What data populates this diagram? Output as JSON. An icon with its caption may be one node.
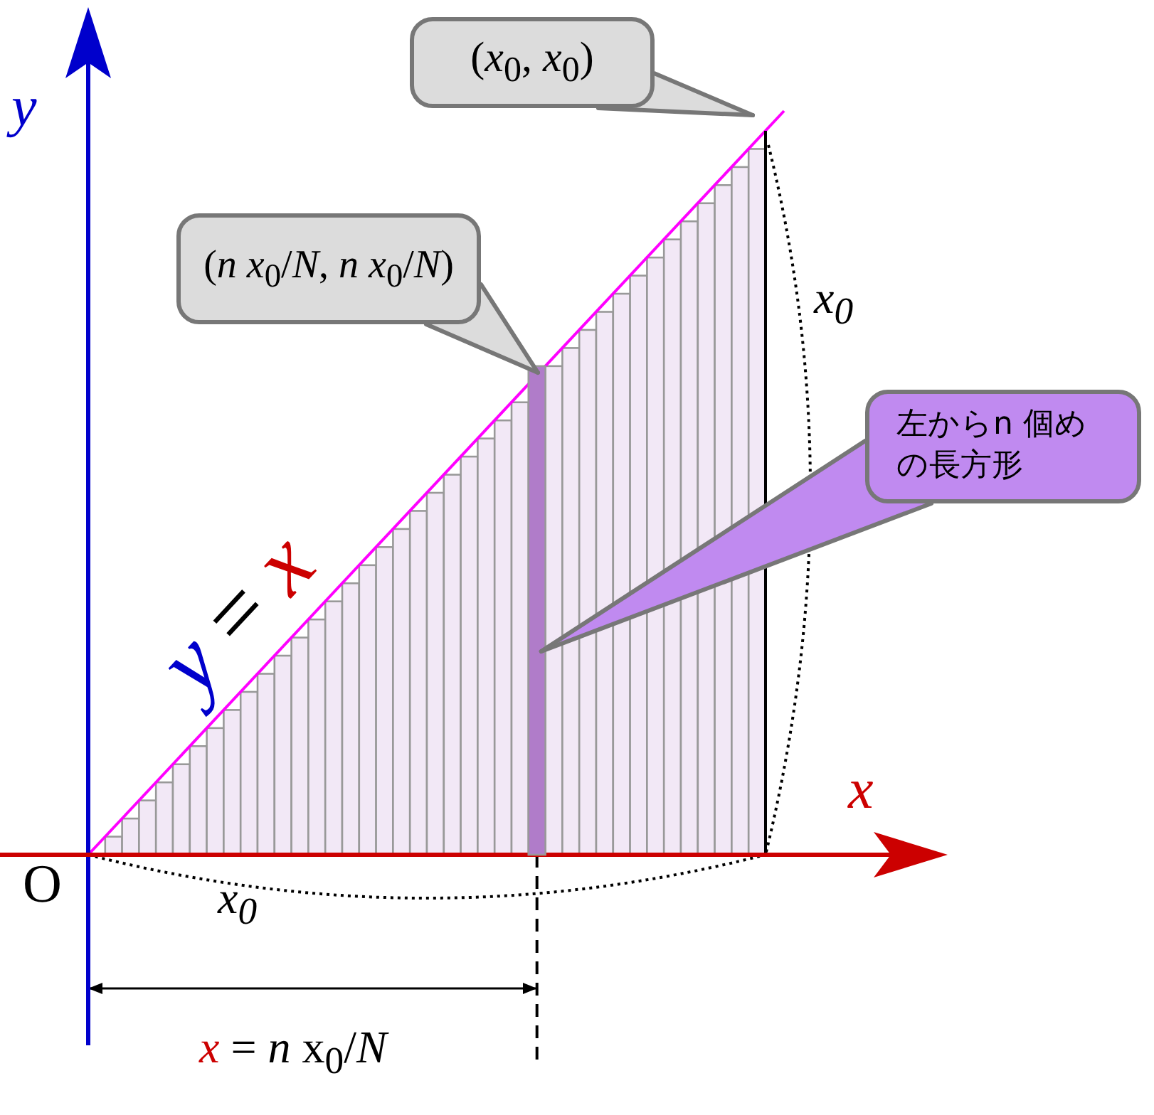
{
  "diagram": {
    "nodes": [
      {
        "text": [
          "(*x*$_{0}$, *x*$_{0}$)"
        ]
      },
      {
        "text": [
          "(*n* *x*$_{0}$/*N*, *n* *x*$_{0}$/*N*)"
        ]
      },
      {
        "text": [
          "左からn 個めの長方形"
        ]
      },
      {
        "text": [],
        "shape": "bar"
      }
    ],
    "edges": [
      {
        "from": 0,
        "to": null,
        "arrow": "none"
      },
      {
        "from": 1,
        "to": 3,
        "arrow": "none"
      },
      {
        "from": 2,
        "to": 3,
        "arrow": "none"
      }
    ],
    "labels": [
      "y",
      "x",
      "O",
      "y = x",
      "x$_{0}$",
      "x$_{0}$",
      "x = *n* x$_{0}$/*N*"
    ]
  }
}
